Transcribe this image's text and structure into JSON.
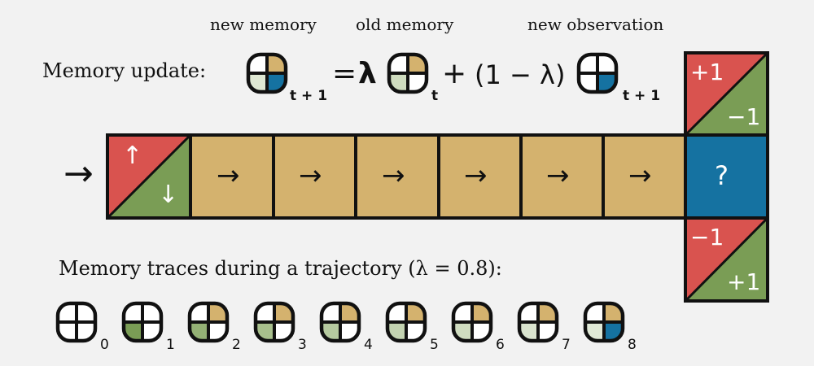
{
  "header": {
    "new_memory": "new memory",
    "old_memory": "old memory",
    "new_observation": "new observation"
  },
  "equation": {
    "label": "Memory update:",
    "lambda": "λ",
    "equals": "=",
    "plus": "+",
    "one_minus_lambda": "(1 − λ)",
    "sub_t_plus_1": "t + 1",
    "sub_t": "t",
    "sub_t_plus_1_obs": "t + 1"
  },
  "corridor": {
    "entry_arrow": "→",
    "start_up": "↑",
    "start_down": "↓",
    "cell_arrow": "→",
    "goal_mark": "?",
    "top_plus": "+1",
    "top_minus": "−1",
    "bottom_minus": "−1",
    "bottom_plus": "+1"
  },
  "traces": {
    "label": "Memory traces during a trajectory (λ = 0.8):",
    "indices": [
      "0",
      "1",
      "2",
      "3",
      "4",
      "5",
      "6",
      "7",
      "8"
    ]
  },
  "colors": {
    "red": "#d9534f",
    "green": "#7a9d55",
    "tan": "#d4b26e",
    "blue": "#1572a1",
    "background": "#f2f2f2"
  }
}
